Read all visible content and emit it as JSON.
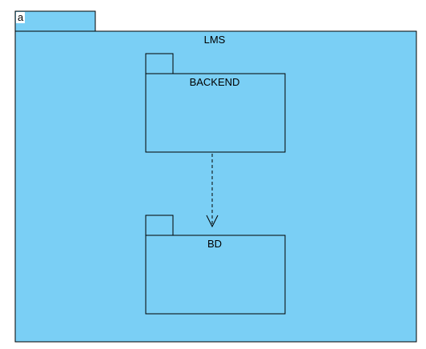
{
  "diagram": {
    "tab_label": "a",
    "outer_package": {
      "name": "LMS"
    },
    "packages": [
      {
        "name": "BACKEND"
      },
      {
        "name": "BD"
      }
    ],
    "dependency": {
      "from": "BACKEND",
      "to": "BD",
      "style": "dashed-open-arrow"
    },
    "colors": {
      "package_fill": "#7ACFF5",
      "stroke": "#000000",
      "tab_fill": "#ffffff"
    }
  }
}
